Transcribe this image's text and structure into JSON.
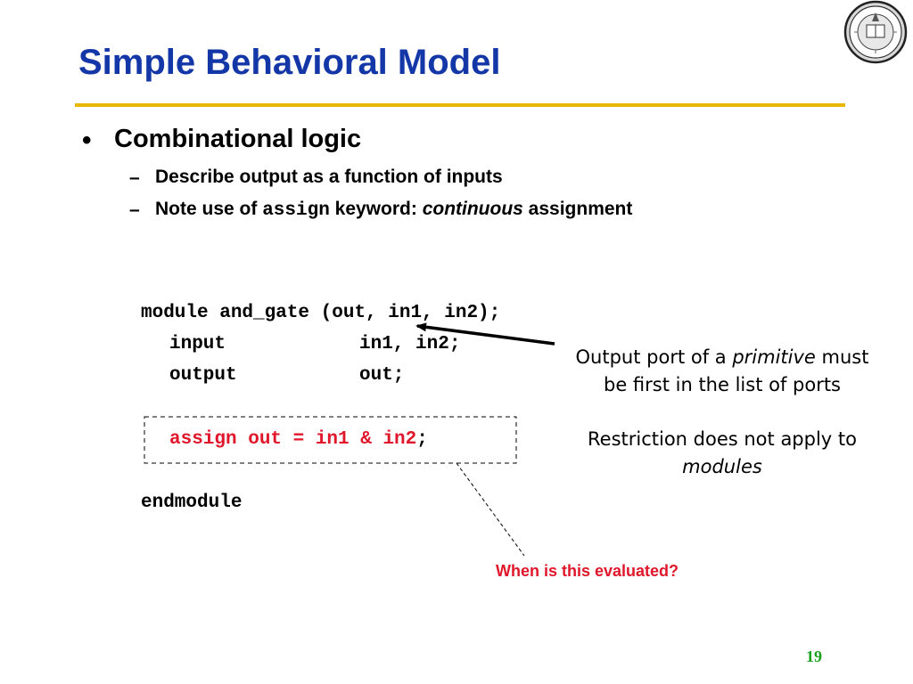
{
  "slide": {
    "title": "Simple Behavioral Model",
    "logo_icon": "university-seal-icon",
    "bullets": [
      {
        "text": "Combinational logic",
        "subitems": [
          {
            "text": "Describe output as a function of inputs"
          },
          {
            "before": "Note use of ",
            "code": "assign",
            "middle": " keyword: ",
            "emph": "continuous",
            "after": " assignment"
          }
        ]
      }
    ],
    "code": {
      "line1": "module and_gate (out, in1, in2);",
      "input_kw": "input",
      "input_args": "in1, in2;",
      "output_kw": "output",
      "output_args": "out;",
      "assign_stmt": "assign out = in1 & in2",
      "assign_semicolon": ";",
      "end": "endmodule"
    },
    "note1": {
      "before": "Output port of a ",
      "emph": "primitive",
      "after": " must",
      "line2": "be first in the list of ports"
    },
    "note2": {
      "line1": "Restriction does not apply to",
      "emph": "modules"
    },
    "question": "When is this evaluated?",
    "page_number": "19"
  },
  "colors": {
    "title": "#1437a8",
    "rule": "#e8b800",
    "highlight": "#e0162a",
    "page_number": "#18a018"
  }
}
